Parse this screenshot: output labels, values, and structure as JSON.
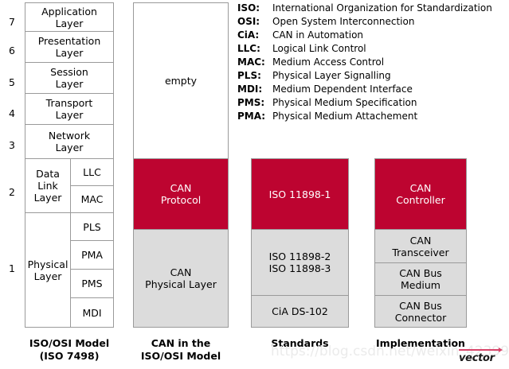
{
  "diagram": {
    "title": "CAN in the ISO/OSI Model",
    "colors": {
      "red": "#bd0430",
      "gray": "#dcdcdc",
      "white": "#ffffff",
      "border": "#9a9a9a"
    },
    "layer_numbers": [
      "7",
      "6",
      "5",
      "4",
      "3",
      "2",
      "1"
    ],
    "columns": [
      {
        "caption": "ISO/OSI Model\n(ISO 7498)",
        "cells": [
          {
            "label": "Application\nLayer",
            "fill": "white"
          },
          {
            "label": "Presentation\nLayer",
            "fill": "white"
          },
          {
            "label": "Session\nLayer",
            "fill": "white"
          },
          {
            "label": "Transport\nLayer",
            "fill": "white"
          },
          {
            "label": "Network\nLayer",
            "fill": "white"
          },
          {
            "label": "Data Link\nLayer",
            "fill": "white"
          },
          {
            "label": "Physical\nLayer",
            "fill": "white"
          }
        ],
        "sublayers": [
          {
            "label": "LLC",
            "fill": "white"
          },
          {
            "label": "MAC",
            "fill": "white"
          },
          {
            "label": "PLS",
            "fill": "white"
          },
          {
            "label": "PMA",
            "fill": "white"
          },
          {
            "label": "PMS",
            "fill": "white"
          },
          {
            "label": "MDI",
            "fill": "white"
          }
        ]
      },
      {
        "caption": "CAN in the\nISO/OSI Model",
        "cells": [
          {
            "label": "empty",
            "fill": "white"
          },
          {
            "label": "CAN\nProtocol",
            "fill": "red"
          },
          {
            "label": "CAN\nPhysical Layer",
            "fill": "gray"
          }
        ]
      },
      {
        "caption": "Standards",
        "cells": [
          {
            "label": "ISO 11898-1",
            "fill": "red"
          },
          {
            "label": "ISO 11898-2\nISO 11898-3",
            "fill": "gray"
          },
          {
            "label": "CiA DS-102",
            "fill": "gray"
          }
        ]
      },
      {
        "caption": "Implementation",
        "cells": [
          {
            "label": "CAN\nController",
            "fill": "red"
          },
          {
            "label": "CAN\nTransceiver",
            "fill": "gray"
          },
          {
            "label": "CAN Bus\nMedium",
            "fill": "gray"
          },
          {
            "label": "CAN Bus\nConnector",
            "fill": "gray"
          }
        ]
      }
    ],
    "legend": [
      {
        "abbr": "ISO:",
        "desc": "International Organization for Standardization"
      },
      {
        "abbr": "OSI:",
        "desc": "Open System Interconnection"
      },
      {
        "abbr": "CiA:",
        "desc": "CAN in Automation"
      },
      {
        "abbr": "LLC:",
        "desc": "Logical Link Control"
      },
      {
        "abbr": "MAC:",
        "desc": "Medium Access Control"
      },
      {
        "abbr": "PLS:",
        "desc": "Physical Layer Signalling"
      },
      {
        "abbr": "MDI:",
        "desc": "Medium Dependent Interface"
      },
      {
        "abbr": "PMS:",
        "desc": "Physical Medium Specification"
      },
      {
        "abbr": "PMA:",
        "desc": "Physical Medium Attachement"
      }
    ],
    "watermark": "https://blog.csdn.net/weixin_42399934",
    "logo": "vector"
  }
}
